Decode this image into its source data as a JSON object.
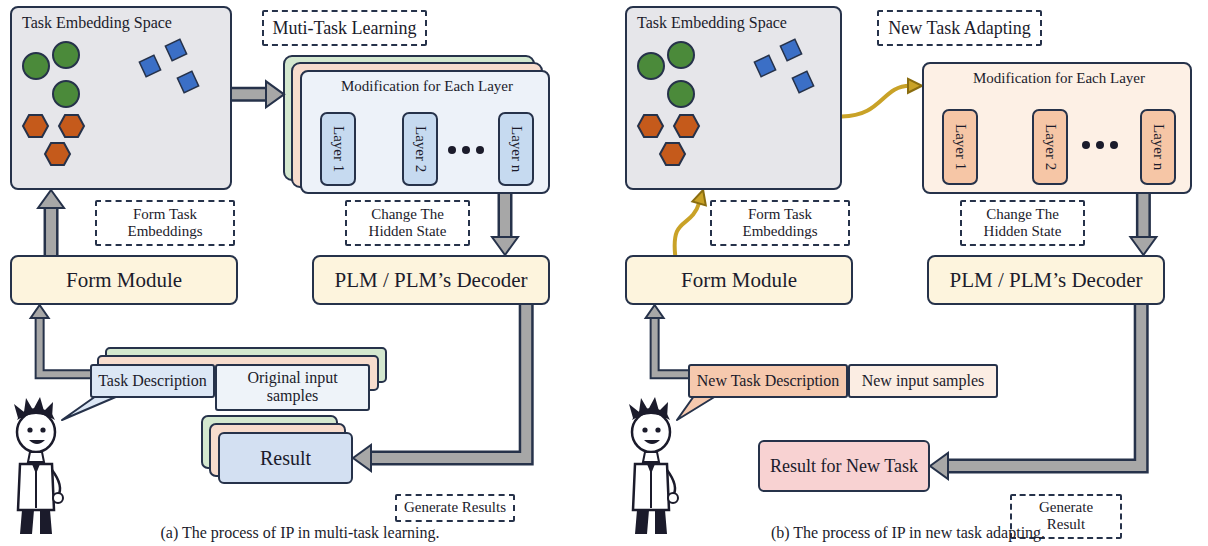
{
  "diagram": {
    "nodes": [
      {
        "text": [
          "Task Embedding Space"
        ]
      },
      {
        "text": [
          "Muti-Task Learning"
        ]
      },
      {
        "text": [
          "Modification for Each Layer"
        ]
      },
      {
        "text": [
          "Layer 1"
        ],
        "in": 2
      },
      {
        "text": [
          "Layer 2"
        ],
        "in": 2
      },
      {
        "text": [
          "Layer n"
        ],
        "in": 2
      },
      {
        "text": [
          "Form Task Embeddings"
        ]
      },
      {
        "text": [
          "Change The Hidden State"
        ]
      },
      {
        "text": [
          "Form Module"
        ]
      },
      {
        "text": [
          "PLM / PLM’s Decoder"
        ]
      },
      {
        "text": [
          "Task Description"
        ]
      },
      {
        "text": [
          "Original input samples"
        ]
      },
      {
        "text": [
          "Result"
        ]
      },
      {
        "text": [
          "Generate Results"
        ]
      },
      {
        "text": [
          "Task Embedding Space"
        ]
      },
      {
        "text": [
          "New Task Adapting"
        ]
      },
      {
        "text": [
          "Modification for Each Layer"
        ]
      },
      {
        "text": [
          "Layer 1"
        ],
        "in": 16
      },
      {
        "text": [
          "Layer 2"
        ],
        "in": 16
      },
      {
        "text": [
          "Layer n"
        ],
        "in": 16
      },
      {
        "text": [
          "Form Task Embeddings"
        ]
      },
      {
        "text": [
          "Change The Hidden State"
        ]
      },
      {
        "text": [
          "Form Module"
        ]
      },
      {
        "text": [
          "PLM / PLM’s Decoder"
        ]
      },
      {
        "text": [
          "New Task Description"
        ]
      },
      {
        "text": [
          "New input samples"
        ]
      },
      {
        "text": [
          "Result for New Task"
        ]
      },
      {
        "text": [
          "Generate Result"
        ]
      }
    ],
    "edges": [
      {
        "from": 8,
        "to": 0,
        "arrow": "to"
      },
      {
        "from": 0,
        "to": 2,
        "arrow": "to"
      },
      {
        "from": 2,
        "to": 9,
        "arrow": "to"
      },
      {
        "from": 9,
        "to": 12,
        "arrow": "to"
      },
      {
        "from": 10,
        "to": 8,
        "arrow": "to"
      },
      {
        "from": 22,
        "to": 14,
        "arrow": "to"
      },
      {
        "from": 14,
        "to": 16,
        "arrow": "to"
      },
      {
        "from": 16,
        "to": 23,
        "arrow": "to"
      },
      {
        "from": 23,
        "to": 26,
        "arrow": "to"
      },
      {
        "from": 24,
        "to": 22,
        "arrow": "to"
      }
    ],
    "labels": [
      "(a) The process of IP in multi-task learning.",
      "(b) The process of IP in new task adapting."
    ]
  }
}
